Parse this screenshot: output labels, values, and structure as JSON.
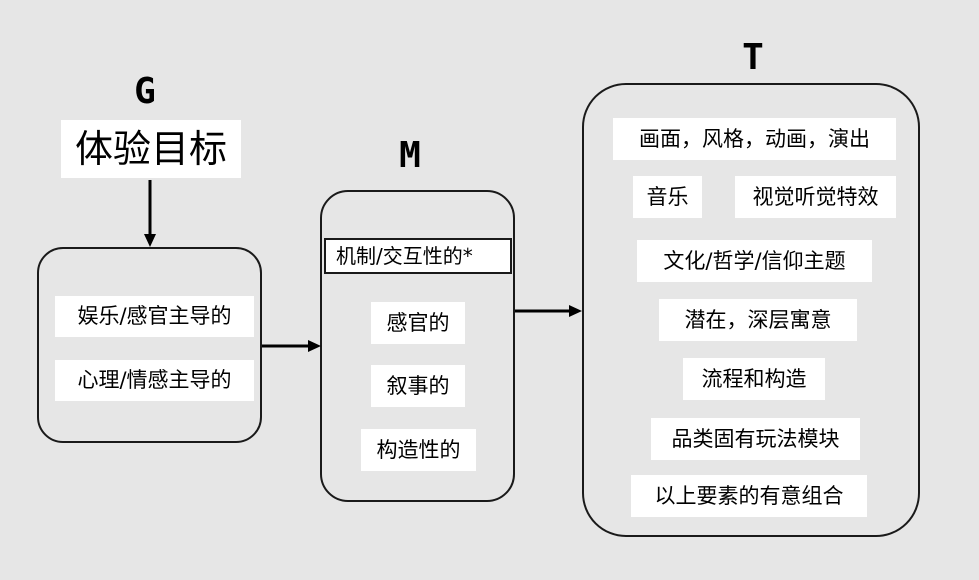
{
  "columns": {
    "g": {
      "heading": "G",
      "goal": "体验目标",
      "items": [
        "娱乐/感官主导的",
        "心理/情感主导的"
      ]
    },
    "m": {
      "heading": "M",
      "items": [
        "机制/交互性的*",
        "感官的",
        "叙事的",
        "构造性的"
      ]
    },
    "t": {
      "heading": "T",
      "items": [
        "画面，风格，动画，演出",
        "音乐",
        "视觉听觉特效",
        "文化/哲学/信仰主题",
        "潜在，深层寓意",
        "流程和构造",
        "品类固有玩法模块",
        "以上要素的有意组合"
      ]
    }
  }
}
